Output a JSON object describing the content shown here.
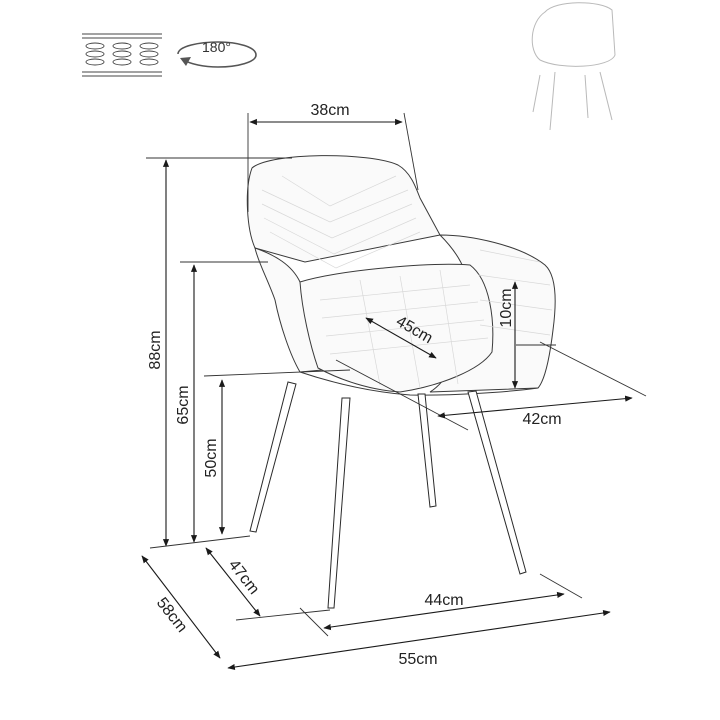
{
  "icons": {
    "spring_icon": "spring-seat-icon",
    "rotate_label": "180°"
  },
  "dimensions": {
    "backrest_width": "38cm",
    "total_height": "88cm",
    "armrest_height": "65cm",
    "seat_height": "50cm",
    "armrest_above_seat": "10cm",
    "seat_depth": "45cm",
    "seat_width": "42cm",
    "base_depth": "47cm",
    "total_depth": "58cm",
    "base_width": "44cm",
    "total_width": "55cm"
  },
  "colors": {
    "line": "#1a1a1a",
    "background": "#ffffff"
  }
}
